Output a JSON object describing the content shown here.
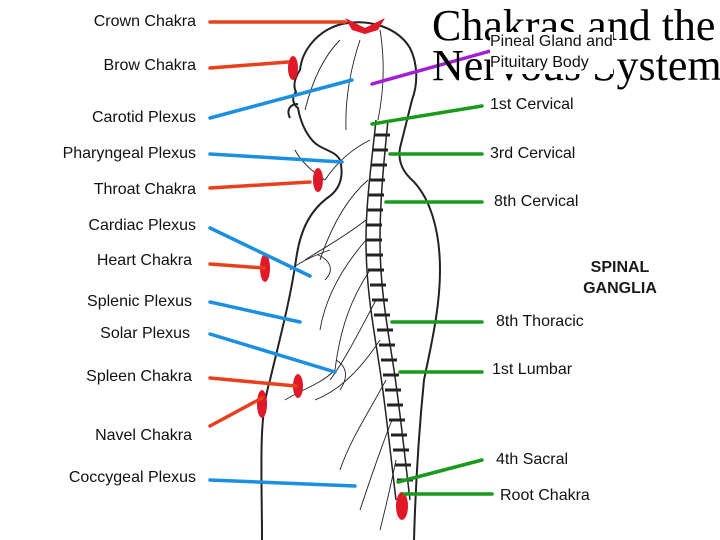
{
  "title": {
    "line1": "Chakras and the",
    "line2": "Nervous System"
  },
  "callout": {
    "line1": "Pineal Gland and",
    "line2": "Pituitary Body"
  },
  "spinal_ganglia": {
    "line1": "SPINAL",
    "line2": "GANGLIA"
  },
  "left_labels": {
    "crown": "Crown Chakra",
    "brow": "Brow Chakra",
    "carotid": "Carotid Plexus",
    "pharyngeal": "Pharyngeal Plexus",
    "throat": "Throat Chakra",
    "cardiac": "Cardiac Plexus",
    "heart": "Heart Chakra",
    "splenic": "Splenic Plexus",
    "solar": "Solar Plexus",
    "spleen": "Spleen Chakra",
    "navel": "Navel Chakra",
    "coccygeal": "Coccygeal Plexus"
  },
  "right_labels": {
    "c1": "1st Cervical",
    "c3": "3rd Cervical",
    "c8": "8th Cervical",
    "t8": "8th Thoracic",
    "l1": "1st Lumbar",
    "s4": "4th Sacral",
    "root": "Root Chakra"
  },
  "colors": {
    "chakra_line": "#e8401c",
    "plexus_line": "#1b8fe0",
    "spine_line": "#1a9a1a",
    "pineal_line": "#a21fd6",
    "chakra_shape": "#e01828",
    "nerve": "#222222"
  }
}
